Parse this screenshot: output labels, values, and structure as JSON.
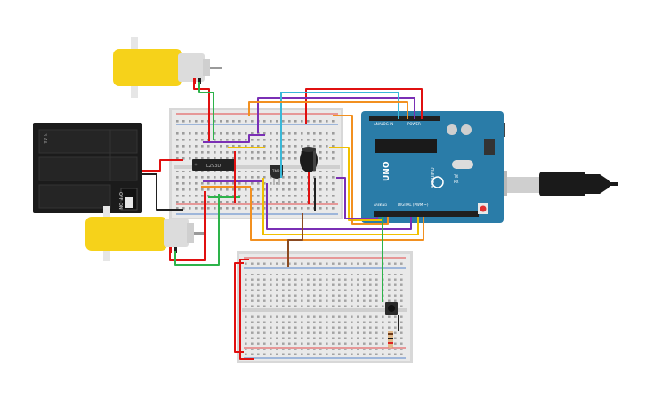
{
  "battery_pack": {
    "label_top": "3 AA",
    "switch_on": "ON",
    "switch_off": "OFF"
  },
  "ic_chip": {
    "label": "L293D"
  },
  "transistor": {
    "label": "TMP"
  },
  "arduino": {
    "logo": "UNO",
    "brand": "ARDUINO",
    "analog_in": "ANALOG IN",
    "power": "POWER",
    "digital": "DIGITAL (PWM ~)",
    "tx": "TX",
    "rx": "RX",
    "aref": "AREF",
    "gnd": "GND"
  },
  "colors": {
    "breadboard": "#e9e9e9",
    "breadboard_bezel": "#d8d8d8",
    "arduino": "#2a7ca8",
    "arduino_dark": "#1f5f85",
    "motor_body": "#f6d21a",
    "battery": "#1b1b1b",
    "wire_red": "#e01010",
    "wire_green": "#2db34a",
    "wire_purple": "#7a2fb5",
    "wire_yellow": "#f0c000",
    "wire_orange": "#f29020",
    "wire_cyan": "#39b8d8",
    "wire_brown": "#8b4a20",
    "wire_black": "#202020"
  }
}
